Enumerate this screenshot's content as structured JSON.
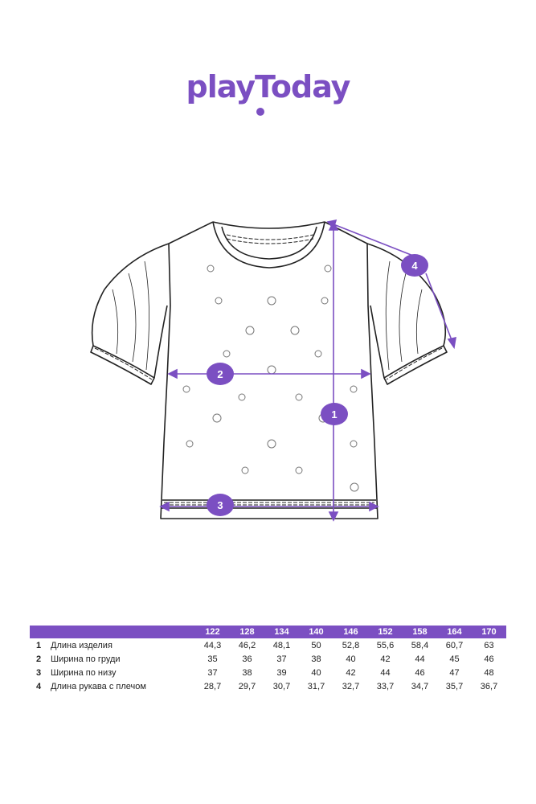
{
  "brand": {
    "name": "playToday",
    "color": "#7b4fc2"
  },
  "callouts": [
    "1",
    "2",
    "3",
    "4"
  ],
  "size_table": {
    "sizes": [
      "122",
      "128",
      "134",
      "140",
      "146",
      "152",
      "158",
      "164",
      "170"
    ],
    "rows": [
      {
        "num": "1",
        "label": "Длина изделия",
        "values": [
          "44,3",
          "46,2",
          "48,1",
          "50",
          "52,8",
          "55,6",
          "58,4",
          "60,7",
          "63"
        ]
      },
      {
        "num": "2",
        "label": "Ширина по груди",
        "values": [
          "35",
          "36",
          "37",
          "38",
          "40",
          "42",
          "44",
          "45",
          "46"
        ]
      },
      {
        "num": "3",
        "label": "Ширина по низу",
        "values": [
          "37",
          "38",
          "39",
          "40",
          "42",
          "44",
          "46",
          "47",
          "48"
        ]
      },
      {
        "num": "4",
        "label": "Длина рукава с плечом",
        "values": [
          "28,7",
          "29,7",
          "30,7",
          "31,7",
          "32,7",
          "33,7",
          "34,7",
          "35,7",
          "36,7"
        ]
      }
    ]
  }
}
